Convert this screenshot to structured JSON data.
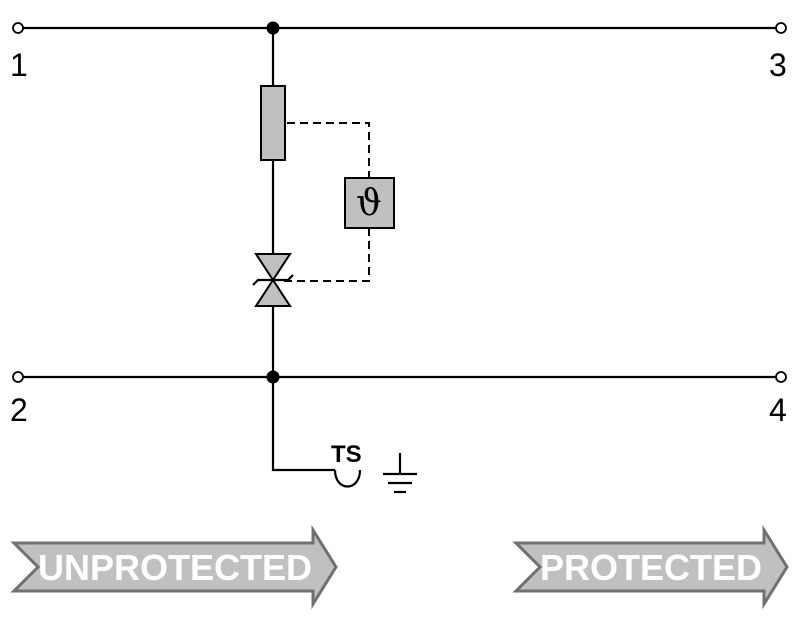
{
  "terminals": {
    "t1": "1",
    "t2": "2",
    "t3": "3",
    "t4": "4"
  },
  "ts_label": "TS",
  "thermal_symbol": "ϑ",
  "arrows": {
    "unprotected": "UNPROTECTED",
    "protected": "PROTECTED"
  },
  "colors": {
    "component_fill": "#c0c0c0",
    "arrow_fill": "#c0c0c0",
    "arrow_outline": "#707070"
  }
}
